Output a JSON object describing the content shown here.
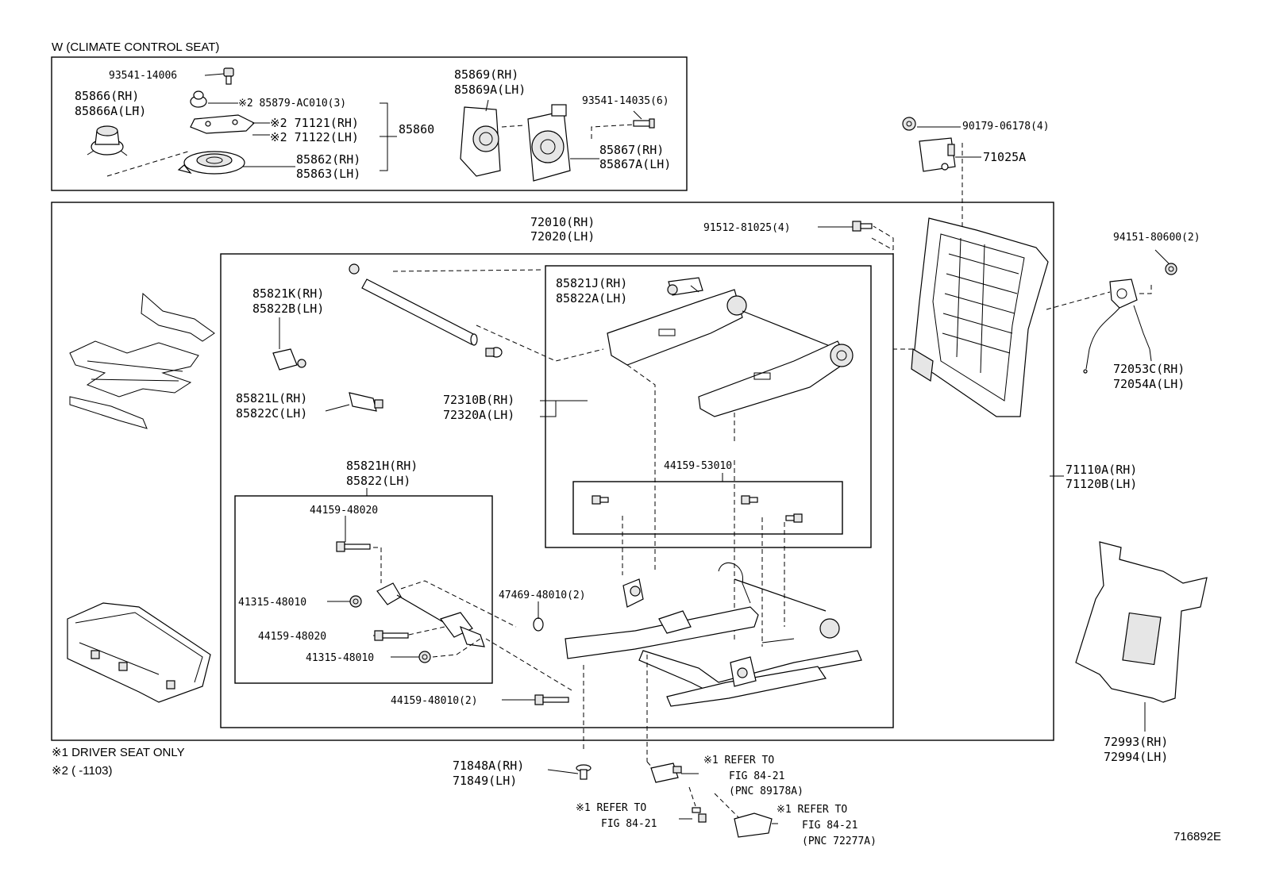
{
  "header": {
    "climate_label": "W (CLIMATE CONTROL SEAT)"
  },
  "notes": {
    "note1": "※1 DRIVER SEAT ONLY",
    "note2": "※2 (      -1103)"
  },
  "figure_id": "716892E",
  "labels": {
    "p93541_14006": "93541-14006",
    "p85866": "85866(RH)",
    "p85866a": "85866A(LH)",
    "p85879": "※2 85879-AC010(3)",
    "p71121": "※2 71121(RH)",
    "p71122": "※2 71122(LH)",
    "p85860": "85860",
    "p85862": "85862(RH)",
    "p85863": "85863(LH)",
    "p85869": "85869(RH)",
    "p85869a": "85869A(LH)",
    "p93541_14035": "93541-14035(6)",
    "p85867": "85867(RH)",
    "p85867a": "85867A(LH)",
    "p90179": "90179-06178(4)",
    "p71025a": "71025A",
    "p72010": "72010(RH)",
    "p72020": "72020(LH)",
    "p91512": "91512-81025(4)",
    "p94151": "94151-80600(2)",
    "p85821k": "85821K(RH)",
    "p85822b": "85822B(LH)",
    "p85821j": "85821J(RH)",
    "p85822a": "85822A(LH)",
    "p72053c": "72053C(RH)",
    "p72054a": "72054A(LH)",
    "p85821l": "85821L(RH)",
    "p85822c": "85822C(LH)",
    "p72310b": "72310B(RH)",
    "p72320a": "72320A(LH)",
    "p44159_53010": "44159-53010",
    "p71110a": "71110A(RH)",
    "p71120b": "71120B(LH)",
    "p85821h": "85821H(RH)",
    "p85822": "85822(LH)",
    "p44159_48020a": "44159-48020",
    "p47469": "47469-48010(2)",
    "p41315_48010a": "41315-48010",
    "p44159_48020b": "44159-48020",
    "p41315_48010b": "41315-48010",
    "p44159_48010": "44159-48010(2)",
    "p72993": "72993(RH)",
    "p72994": "72994(LH)",
    "p71848a": "71848A(RH)",
    "p71849": "71849(LH)",
    "ref1_a": "※1 REFER TO",
    "ref1_b": "FIG 84-21",
    "ref1_c": "(PNC 89178A)",
    "ref2_a": "※1 REFER TO",
    "ref2_b": "FIG 84-21",
    "ref3_a": "※1 REFER TO",
    "ref3_b": "FIG 84-21",
    "ref3_c": "(PNC 72277A)"
  }
}
